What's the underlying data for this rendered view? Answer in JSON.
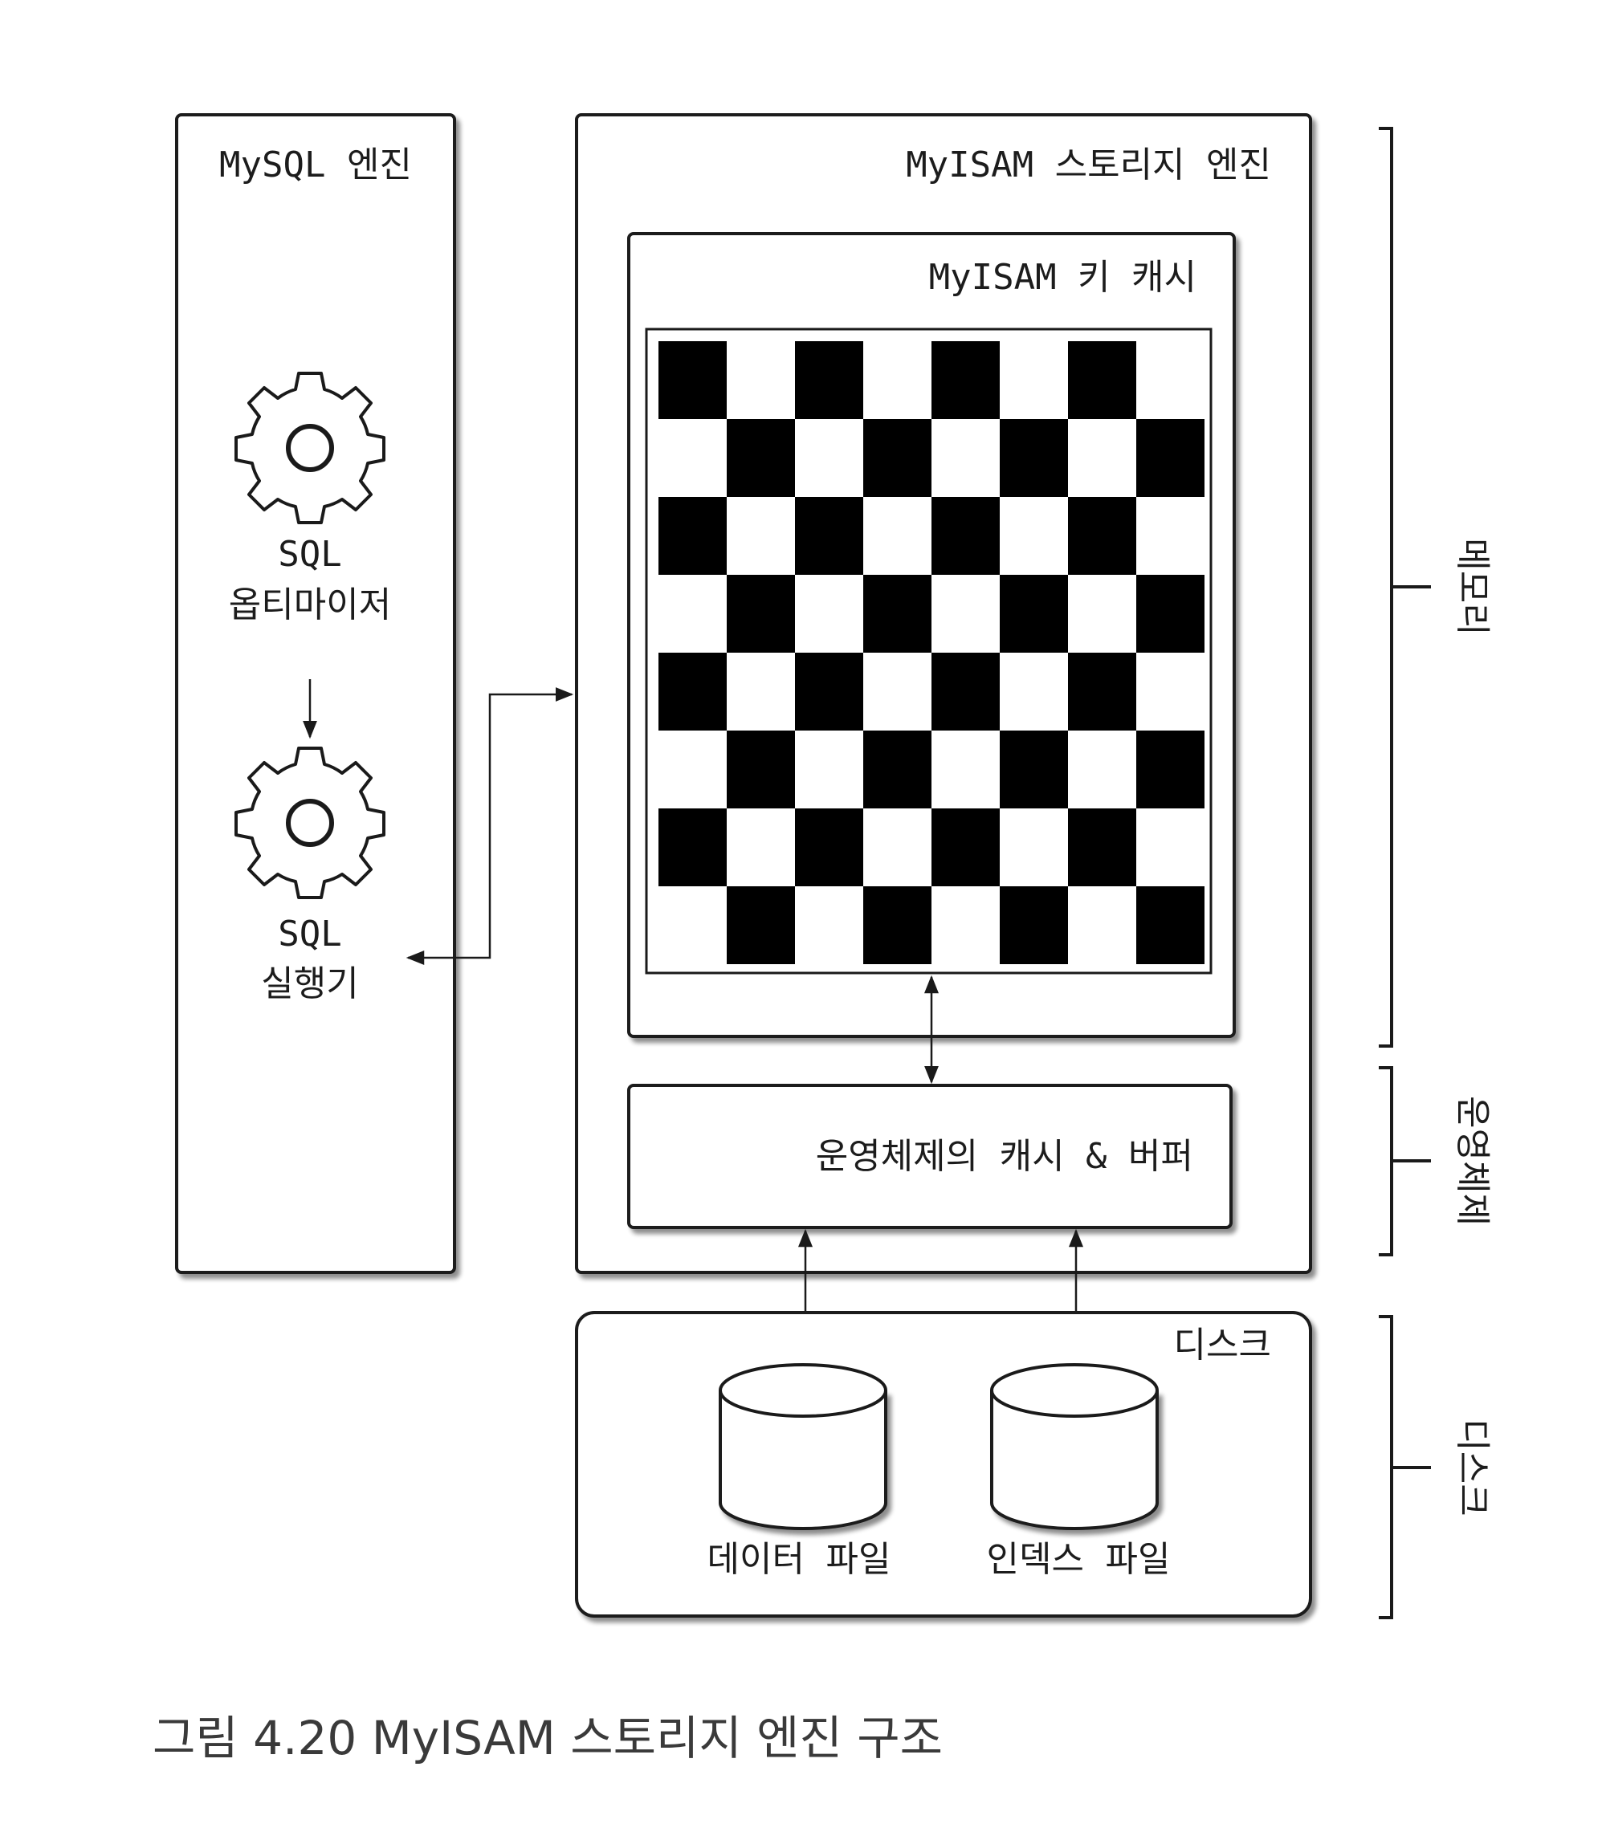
{
  "mysql_engine": {
    "title": "MySQL 엔진",
    "optimizer": {
      "line1": "SQL",
      "line2": "옵티마이저"
    },
    "executor": {
      "line1": "SQL",
      "line2": "실행기"
    }
  },
  "storage_engine": {
    "title": "MyISAM 스토리지 엔진",
    "key_cache": {
      "title": "MyISAM 키 캐시",
      "grid_columns": 8,
      "grid_rows": 8
    },
    "os_cache": {
      "label": "운영체제의 캐시 & 버퍼"
    }
  },
  "disk": {
    "title": "디스크",
    "data_file": "데이터 파일",
    "index_file": "인덱스 파일"
  },
  "side_labels": {
    "memory": "메모리",
    "os": "운영체제",
    "disk": "디스크"
  },
  "caption": "그림 4.20 MyISAM 스토리지 엔진 구조"
}
